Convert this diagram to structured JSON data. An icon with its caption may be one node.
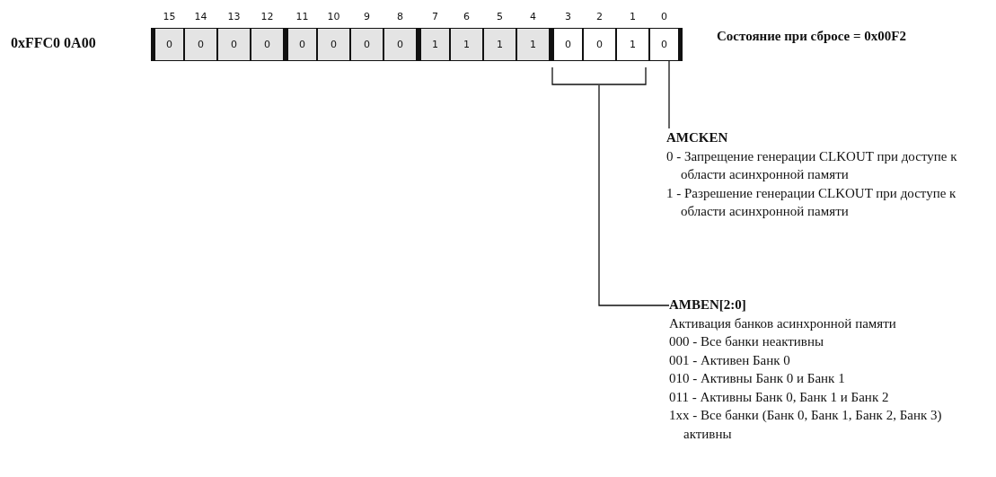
{
  "diagram": {
    "nodes": [
      {
        "text": [
          "0"
        ],
        "beside": [
          "15"
        ]
      },
      {
        "text": [
          "0"
        ],
        "beside": [
          "14"
        ]
      },
      {
        "text": [
          "0"
        ],
        "beside": [
          "13"
        ]
      },
      {
        "text": [
          "0"
        ],
        "beside": [
          "12"
        ]
      },
      {
        "text": [
          "0"
        ],
        "beside": [
          "11"
        ]
      },
      {
        "text": [
          "0"
        ],
        "beside": [
          "10"
        ]
      },
      {
        "text": [
          "0"
        ],
        "beside": [
          "9"
        ]
      },
      {
        "text": [
          "0"
        ],
        "beside": [
          "8"
        ]
      },
      {
        "text": [
          "1"
        ],
        "beside": [
          "7"
        ]
      },
      {
        "text": [
          "1"
        ],
        "beside": [
          "6"
        ]
      },
      {
        "text": [
          "1"
        ],
        "beside": [
          "5"
        ]
      },
      {
        "text": [
          "1"
        ],
        "beside": [
          "4"
        ]
      },
      {
        "text": [
          "0"
        ],
        "beside": [
          "3"
        ]
      },
      {
        "text": [
          "0"
        ],
        "beside": [
          "2"
        ]
      },
      {
        "text": [
          "1"
        ],
        "beside": [
          "1"
        ]
      },
      {
        "text": [
          "0"
        ],
        "beside": [
          "0"
        ]
      },
      {
        "text": [],
        "shape": "bracket"
      },
      {
        "text": [
          "AMCKEN",
          "0 - Запрещение генерации CLKOUT при доступе к области асинхронной памяти",
          "1 - Разрешение генерации CLKOUT при доступе к области асинхронной памяти"
        ]
      },
      {
        "text": [
          "AMBEN[2:0]",
          "Активация банков асинхронной памяти",
          "000 - Все банки неактивны",
          "001 - Активен Банк 0",
          "010 - Активны Банк 0 и Банк 1",
          "011 - Активны Банк 0, Банк 1 и Банк 2",
          "1xx - Все банки (Банк 0, Банк 1, Банк 2, Банк 3) активны"
        ]
      }
    ],
    "edges": [
      {
        "from": 17,
        "to": 15,
        "arrow": "none"
      },
      {
        "from": 18,
        "to": 16,
        "arrow": "none"
      }
    ],
    "labels": [
      "0xFFC0 0A00",
      "Состояние при сбросе = 0x00F2"
    ]
  }
}
